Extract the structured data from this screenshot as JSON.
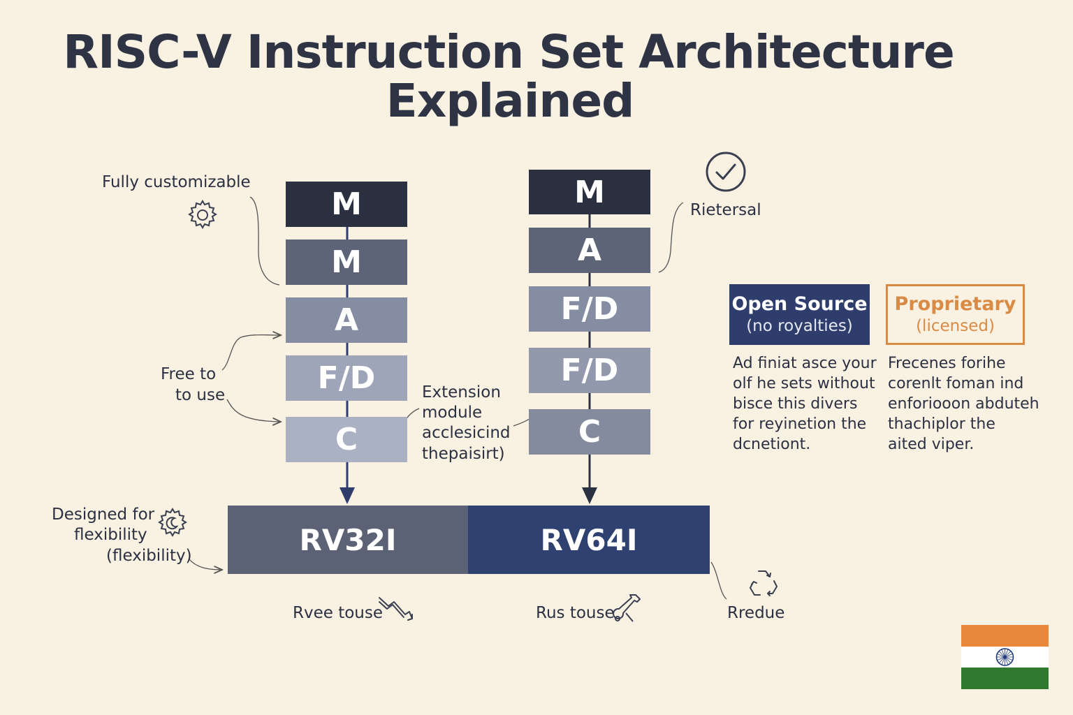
{
  "title": {
    "line1": "RISC-V Instruction Set Architecture",
    "line2": "Explained"
  },
  "left_stack": {
    "blocks": [
      "M",
      "M",
      "A",
      "F/D",
      "C"
    ],
    "colors": [
      "#2c3142",
      "#5d6478",
      "#858da2",
      "#9ea5b8",
      "#a9b1c3"
    ]
  },
  "right_stack": {
    "blocks": [
      "M",
      "A",
      "F/D",
      "F/D",
      "C"
    ],
    "colors": [
      "#2c3142",
      "#5d6478",
      "#858da2",
      "#9399ad",
      "#858b9f"
    ]
  },
  "base": {
    "rv32": "RV32I",
    "rv64": "RV64I",
    "rv32_color": "#5c6275",
    "rv64_color": "#2e4170"
  },
  "annotations": {
    "fully_customizable": "Fully customizable",
    "free_to_use_1": "Free to",
    "free_to_use_2": "to use",
    "extension_module": [
      "Extension",
      "module",
      "acclesicind",
      "thepaisirt)"
    ],
    "designed_for": [
      "Designed for",
      "flexibility",
      "(flexibility)"
    ],
    "rietersal": "Rietersal",
    "rvee_touse": "Rvee touse",
    "rus_touse": "Rus touse",
    "rredue": "Rredue"
  },
  "comparison": {
    "open_source": {
      "title": "Open Source",
      "subtitle": "(no royalties)",
      "description": [
        "Ad finiat asce your",
        "olf he sets without",
        "bisce this divers",
        "for reyinetion the",
        "dcnetiont."
      ],
      "color": "#2e3d6b"
    },
    "proprietary": {
      "title": "Proprietary",
      "subtitle": "(licensed)",
      "description": [
        "Frecenes forihe",
        "corenlt foman ind",
        "enforiooon abduteh",
        "thachiplor the",
        "aited viper."
      ],
      "color": "#d98b45"
    }
  },
  "icons": {
    "gear": "gear-icon",
    "gear_moon": "gear-moon-icon",
    "check": "check-circle-icon",
    "wrench": "wrench-icon",
    "trend": "trend-down-icon",
    "recycle": "recycle-icon",
    "flag": "india-flag-icon"
  },
  "flag_colors": {
    "saffron": "#e9883a",
    "white": "#ffffff",
    "green": "#2f7a2e",
    "chakra": "#1f3a7a"
  }
}
